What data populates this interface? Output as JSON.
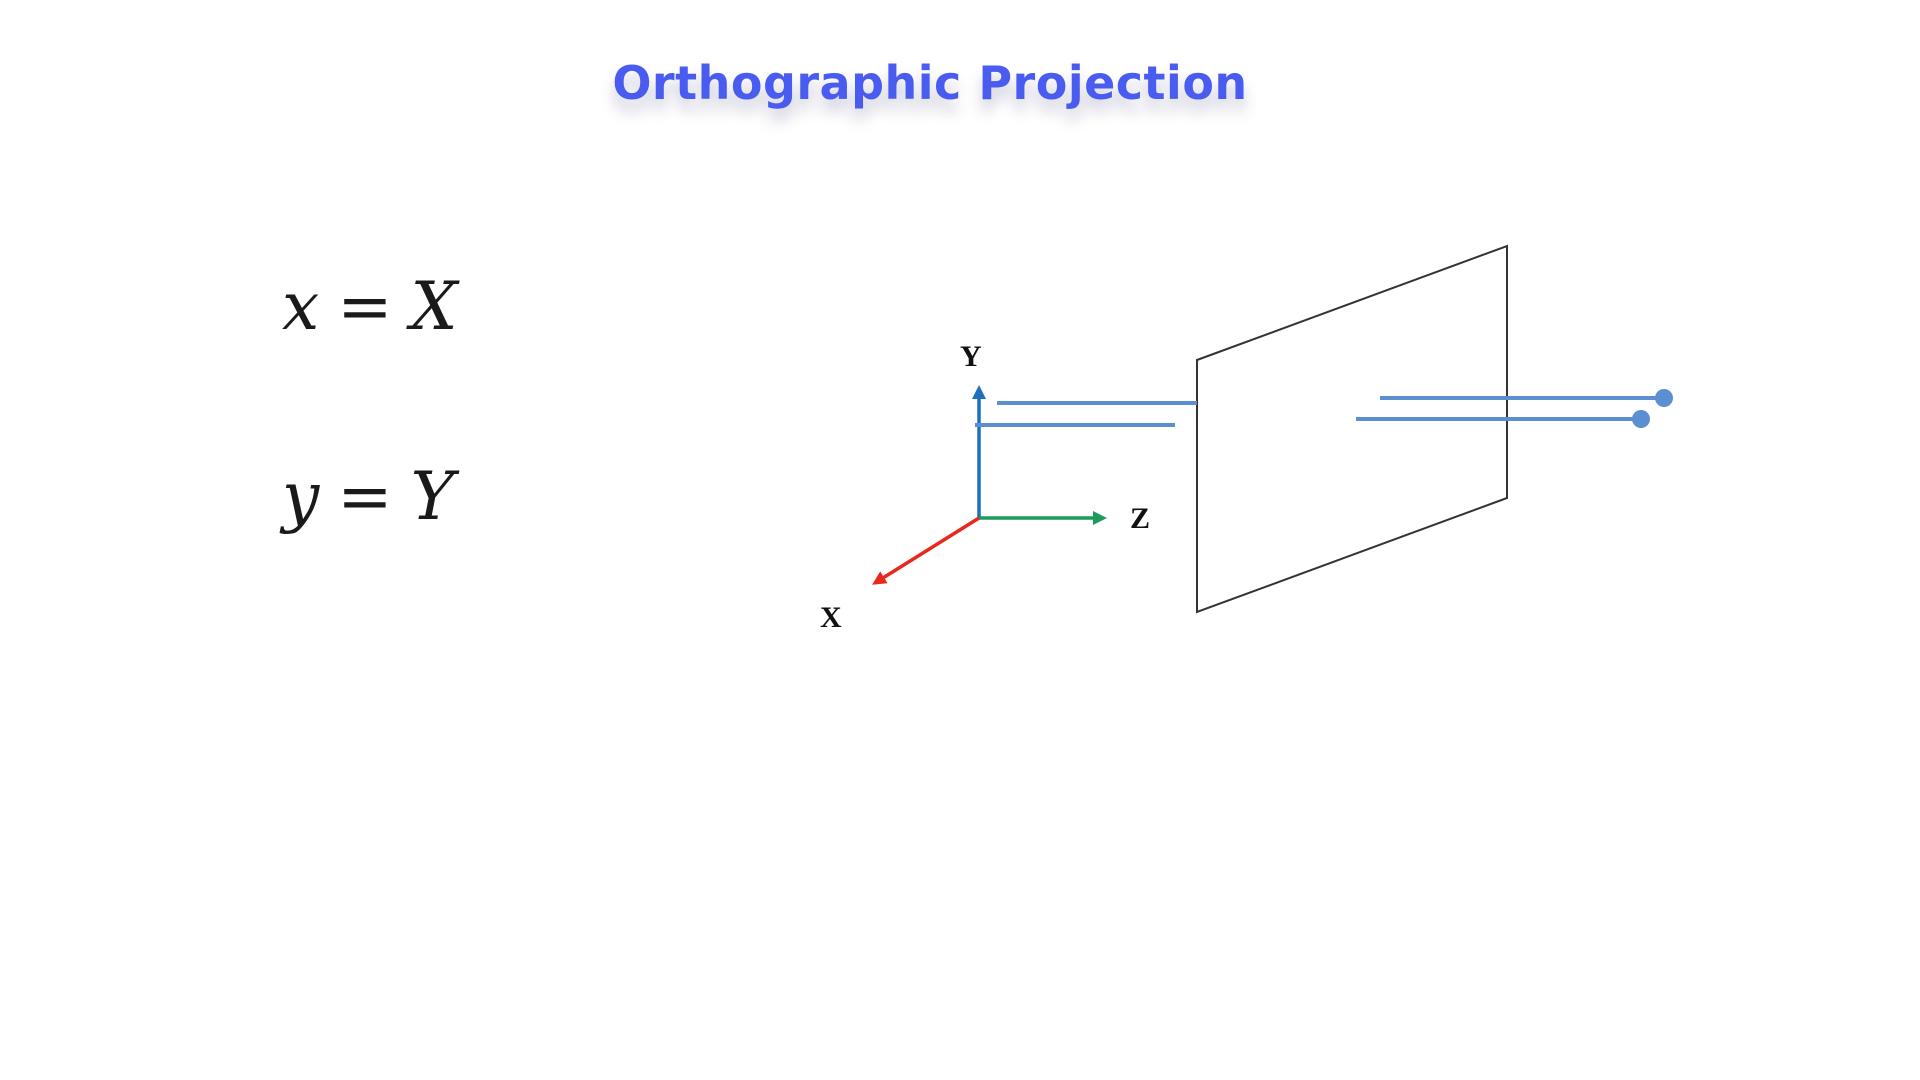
{
  "title": {
    "text": "Orthographic Projection",
    "color": "#4a5cf0"
  },
  "equations": [
    {
      "lhs": "x",
      "operator": "=",
      "rhs": "X"
    },
    {
      "lhs": "y",
      "operator": "=",
      "rhs": "Y"
    }
  ],
  "axes": {
    "y_label": "Y",
    "z_label": "Z",
    "x_label": "X",
    "y_color": "#1f6fbf",
    "z_color": "#1e9a5a",
    "x_color": "#e8281c"
  },
  "colors": {
    "projection_ray": "#5b8fd1",
    "image_plane_stroke": "#333333"
  }
}
